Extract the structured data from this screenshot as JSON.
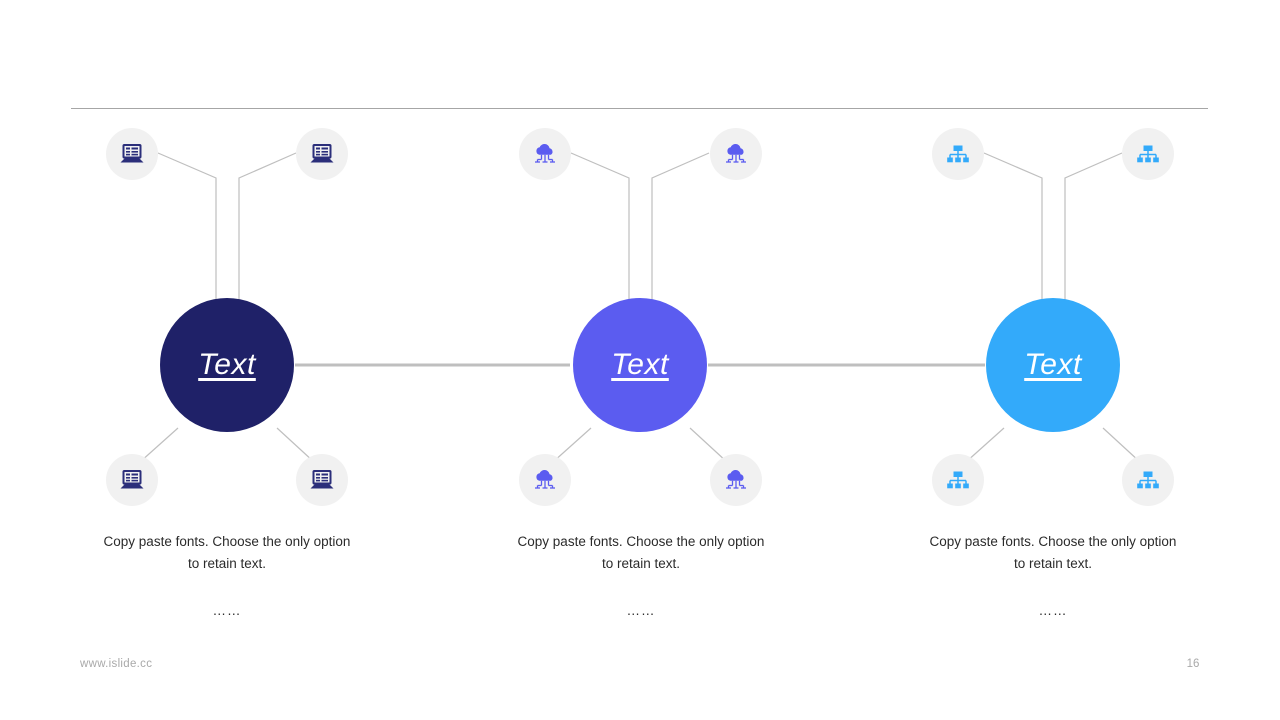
{
  "slide": {
    "page_number": "16",
    "footer_url": "www.islide.cc",
    "divider_color": "#a6a6a6",
    "background": "#ffffff",
    "connector_color": "#bfbfbf",
    "leaf_circle_color": "#f1f1f1"
  },
  "groups": [
    {
      "id": "group-1",
      "hub_label": "Text",
      "hub_color": "#1f2168",
      "icon_color": "#2b2e7a",
      "icon_name": "laptop-icon",
      "caption": "Copy paste fonts. Choose the only option to retain text.",
      "ellipsis": "……"
    },
    {
      "id": "group-2",
      "hub_label": "Text",
      "hub_color": "#5b5cf0",
      "icon_color": "#5b5cf0",
      "icon_name": "cloud-network-icon",
      "caption": "Copy paste fonts. Choose the only option to retain text.",
      "ellipsis": "……"
    },
    {
      "id": "group-3",
      "hub_label": "Text",
      "hub_color": "#33aafa",
      "icon_color": "#33aafa",
      "icon_name": "hierarchy-icon",
      "caption": "Copy paste fonts. Choose the only option to retain text.",
      "ellipsis": "……"
    }
  ]
}
